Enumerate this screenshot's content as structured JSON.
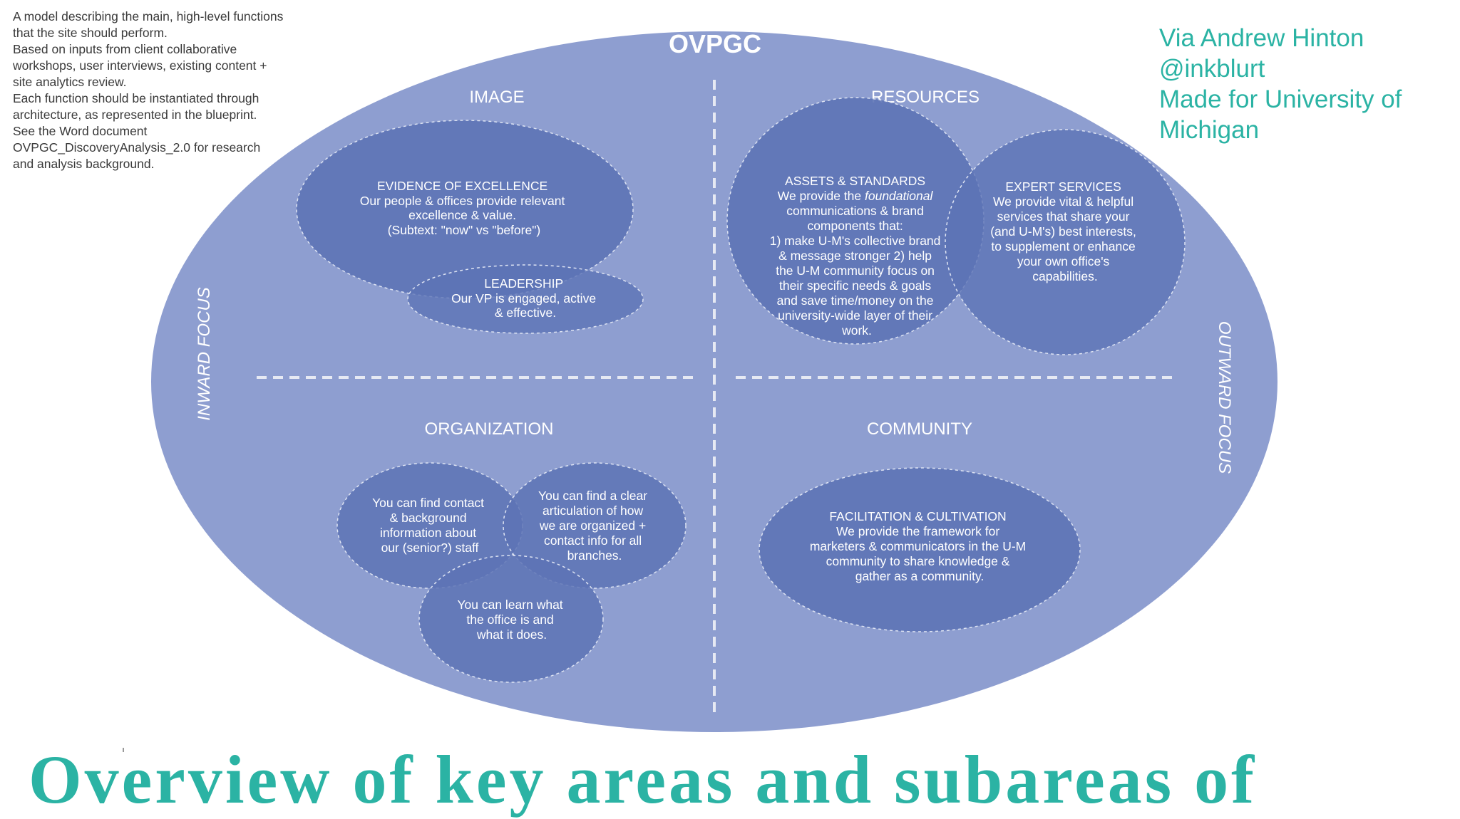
{
  "intro_note": [
    "A model describing the main, high-level functions that the site should perform.",
    "Based on inputs from client collaborative workshops, user interviews, existing content + site analytics review.",
    "Each function should be instantiated through architecture, as represented in the blueprint.",
    "See the Word document OVPGC_DiscoveryAnalysis_2.0 for research and analysis background."
  ],
  "credits": [
    "Via Andrew Hinton",
    "@inkblurt",
    "Made for University of",
    "Michigan"
  ],
  "diagram": {
    "title": "OVPGC",
    "axis_left": "INWARD FOCUS",
    "axis_right": "OUTWARD FOCUS",
    "quadrants": {
      "image": "IMAGE",
      "resources": "RESOURCES",
      "organization": "ORGANIZATION",
      "community": "COMMUNITY"
    },
    "bubbles": {
      "evidence": [
        "EVIDENCE OF EXCELLENCE",
        "Our people & offices provide relevant",
        "excellence & value.",
        "(Subtext: \"now\" vs \"before\")"
      ],
      "leadership": [
        "LEADERSHIP",
        "Our VP is engaged, active",
        "& effective."
      ],
      "assets_title": "ASSETS & STANDARDS",
      "assets_we_provide": "We provide the ",
      "assets_emphasis": "foundational",
      "assets_lines": [
        "communications & brand",
        "components that:",
        "1) make U-M's collective brand",
        "& message stronger 2) help",
        "the U-M community focus on",
        "their specific needs & goals",
        "and save time/money on the",
        "university-wide layer of their",
        "work."
      ],
      "expert": [
        "EXPERT SERVICES",
        "We provide vital & helpful",
        "services that share your",
        "(and U-M's) best interests,",
        "to supplement or enhance",
        "your own office's",
        "capabilities."
      ],
      "contact": [
        "You can find contact",
        "& background",
        "information about",
        "our (senior?) staff"
      ],
      "articulation": [
        "You can find a clear",
        "articulation of how",
        "we are organized +",
        "contact info for all",
        "branches."
      ],
      "learn": [
        "You can learn what",
        "the office is and",
        "what it does."
      ],
      "facilitation": [
        "FACILITATION & CULTIVATION",
        "We provide the framework for",
        "marketers & communicators in the U-M",
        "community to share knowledge &",
        "gather as a community."
      ]
    }
  },
  "overview_title": "Overview of key areas and subareas of",
  "colors": {
    "ellipse": "#8e9ed0",
    "bubble": "#5d73b5",
    "label": "#ffffff",
    "accent_teal": "#2bb3a4"
  }
}
